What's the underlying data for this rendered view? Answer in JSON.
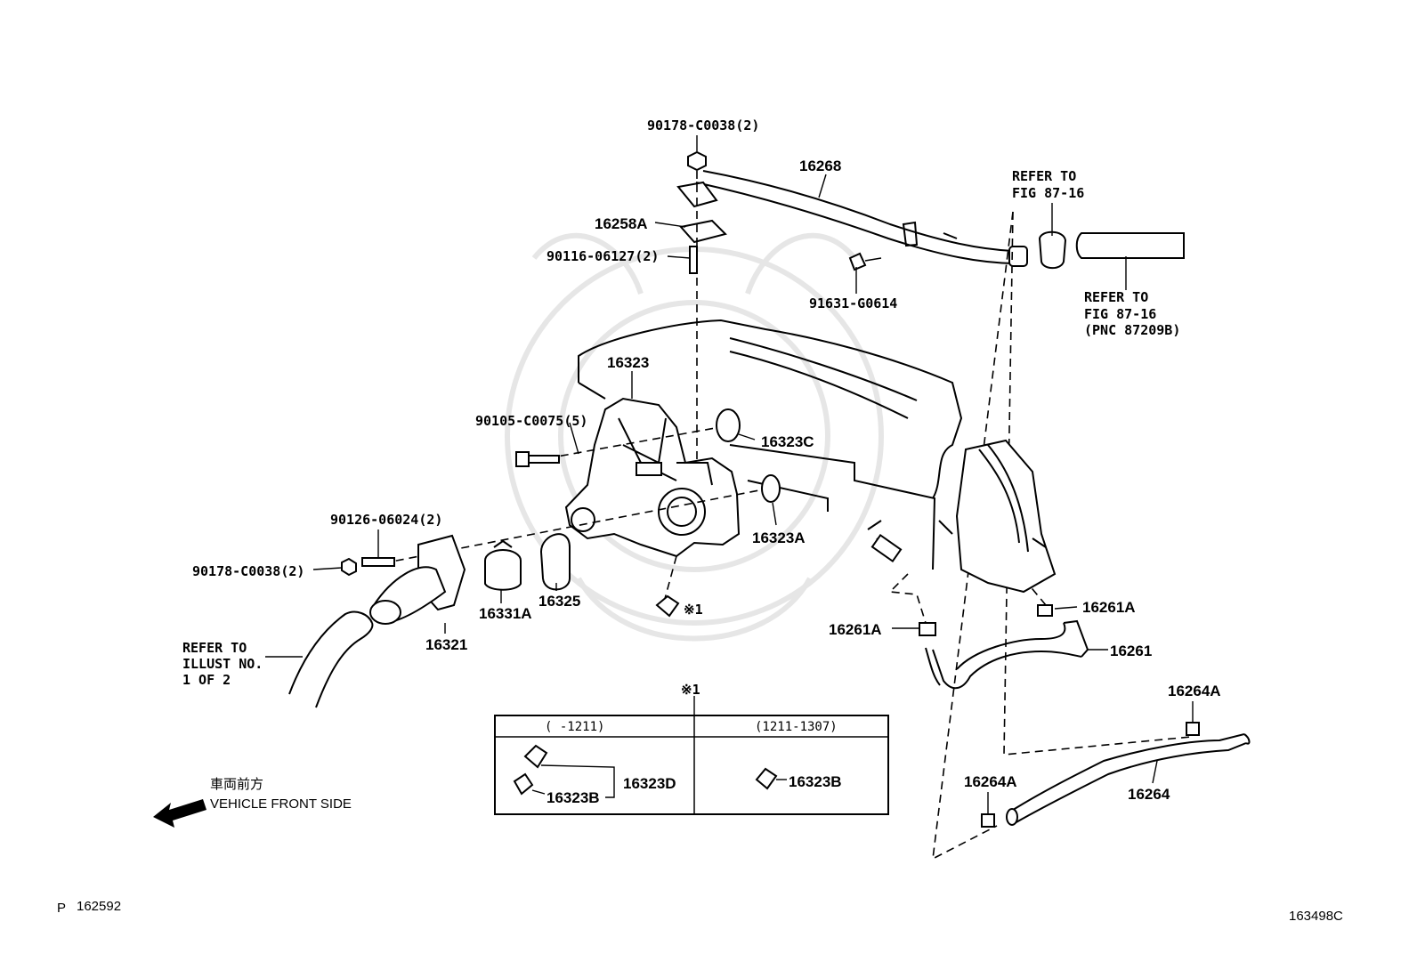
{
  "labels": {
    "p_90178_top": "90178-C0038(2)",
    "p_16268": "16268",
    "p_16258a": "16258A",
    "p_90116": "90116-06127(2)",
    "p_91631": "91631-G0614",
    "p_16323": "16323",
    "p_90105": "90105-C0075(5)",
    "p_16323c": "16323C",
    "p_16323a": "16323A",
    "p_90126": "90126-06024(2)",
    "p_90178_left": "90178-C0038(2)",
    "p_16331a": "16331A",
    "p_16325": "16325",
    "p_16321": "16321",
    "mark_x1": "※1",
    "p_16261a_right": "16261A",
    "p_16261a_left": "16261A",
    "p_16261": "16261",
    "p_16264a_right": "16264A",
    "p_16264a_left": "16264A",
    "p_16264": "16264"
  },
  "refs": {
    "refer_top_1": "REFER TO",
    "refer_top_2": "FIG 87-16",
    "refer_right_1": "REFER TO",
    "refer_right_2": "FIG 87-16",
    "refer_right_3": "(PNC 87209B)",
    "refer_left_1": "REFER TO",
    "refer_left_2": "ILLUST NO.",
    "refer_left_3": "1 OF 2"
  },
  "table": {
    "title": "※1",
    "col1_header": "(     -1211)",
    "col2_header": "(1211-1307)",
    "col1_part_d": "16323D",
    "col1_part_b": "16323B",
    "col2_part_b": "16323B"
  },
  "footer": {
    "front_jp": "車両前方",
    "front_en": "VEHICLE FRONT SIDE",
    "page_prefix": "P",
    "page_number": "162592",
    "figure_code": "163498C"
  }
}
